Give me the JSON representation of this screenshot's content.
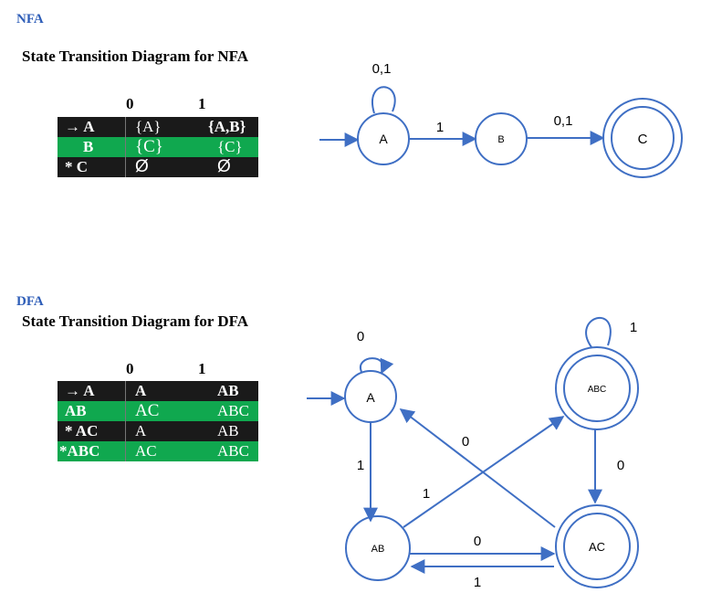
{
  "nfa": {
    "label": "NFA",
    "title": "State Transition Diagram for NFA",
    "table": {
      "headers": [
        "0",
        "1"
      ],
      "rows": [
        {
          "state": "→ A",
          "on0": "{A}",
          "on1": "{A,B}",
          "style": "dark"
        },
        {
          "state": "B",
          "on0": "{C}",
          "on1": "{C}",
          "style": "green"
        },
        {
          "state": "* C",
          "on0": "Ø",
          "on1": "Ø",
          "style": "dark"
        }
      ]
    },
    "diagram": {
      "states": [
        "A",
        "B",
        "C"
      ],
      "edge_labels": {
        "a_loop": "0,1",
        "a_to_b": "1",
        "b_to_c": "0,1"
      }
    }
  },
  "dfa": {
    "label": "DFA",
    "title": "State Transition Diagram for DFA",
    "table": {
      "headers": [
        "0",
        "1"
      ],
      "rows": [
        {
          "state": "→ A",
          "on0": "A",
          "on1": "AB",
          "style": "dark"
        },
        {
          "state": "AB",
          "on0": "AC",
          "on1": "ABC",
          "style": "green"
        },
        {
          "state": "* AC",
          "on0": "A",
          "on1": "AB",
          "style": "dark"
        },
        {
          "state": "*ABC",
          "on0": "AC",
          "on1": "ABC",
          "style": "green"
        }
      ]
    },
    "diagram": {
      "states": [
        "A",
        "AB",
        "AC",
        "ABC"
      ],
      "edge_labels": {
        "a_loop": "0",
        "a_to_ab": "1",
        "ab_to_abc": "1",
        "ac_to_a": "0",
        "abc_loop": "1",
        "abc_to_ac": "0",
        "ab_to_ac": "0",
        "ac_to_ab": "1"
      }
    }
  },
  "colors": {
    "heading": "#2f5eb8",
    "diagram_stroke": "#3f6fc4",
    "table_dark": "#1a1a1a",
    "table_green": "#10a84f"
  }
}
